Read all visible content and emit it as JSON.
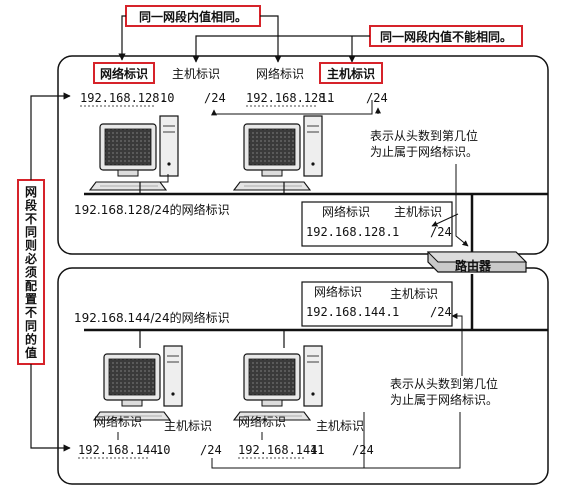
{
  "callouts": {
    "same_net": "同一网段内值相同。",
    "diff_host": "同一网段内值不能相同。",
    "vertical": "网段不同则必须配置不同的值"
  },
  "labels": {
    "net_id": "网络标识",
    "host_id": "主机标识",
    "prefix": "/24",
    "note": [
      "表示从头数到第几位",
      "为止属于网络标识。"
    ],
    "router": "路由器"
  },
  "top": {
    "network_name": "192.168.128/24的网络标识",
    "host1": {
      "net": "192.168.128.",
      "host": "10"
    },
    "host2": {
      "net": "192.168.128.",
      "host": "11"
    },
    "router_if": {
      "net": "192.168.128.",
      "host": "1"
    }
  },
  "bottom": {
    "network_name": "192.168.144/24的网络标识",
    "host1": {
      "net": "192.168.144.",
      "host": "10"
    },
    "host2": {
      "net": "192.168.144.",
      "host": "11"
    },
    "router_if": {
      "net": "192.168.144.",
      "host": "1"
    }
  },
  "colors": {
    "highlight": "#d6232a",
    "line": "#111111",
    "router": "#c9c9c9"
  }
}
